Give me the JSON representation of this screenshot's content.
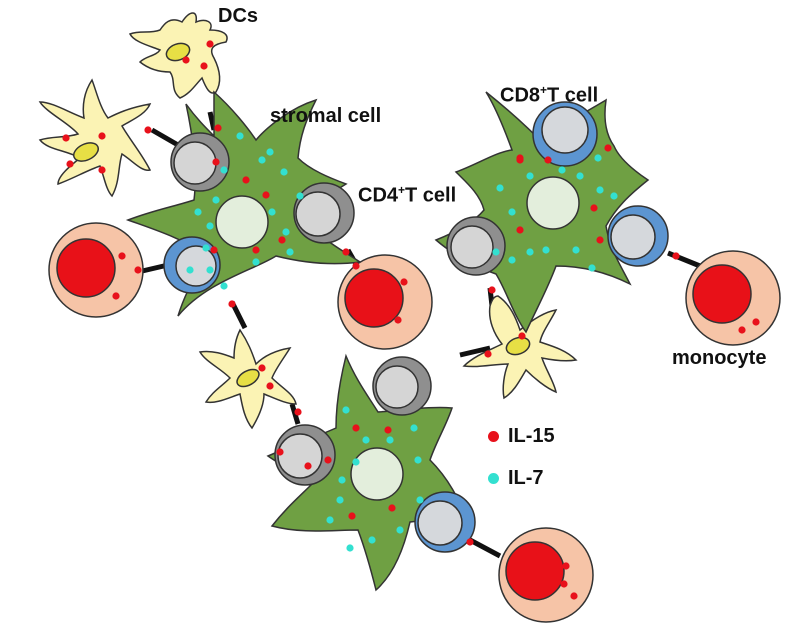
{
  "labels": {
    "dcs": "DCs",
    "stromal_cell": "stromal cell",
    "cd4_prefix": "CD4",
    "cd4_sup": "+",
    "cd4_suffix": "T cell",
    "cd8_prefix": "CD8",
    "cd8_sup": "+",
    "cd8_suffix": "T cell",
    "monocyte": "monocyte"
  },
  "legend": [
    {
      "label": "IL-15",
      "color": "#e8111b"
    },
    {
      "label": "IL-7",
      "color": "#33e0d0"
    }
  ],
  "colors": {
    "stromal_fill": "#6fa043",
    "stromal_nucleus": "#e3eedc",
    "dc_fill": "#fbf3b4",
    "dc_nucleus": "#e7df45",
    "cd4_outer": "#8f8f8f",
    "cd4_inner": "#d5d5d5",
    "cd8_outer": "#5c95d1",
    "cd8_inner": "#d5d8dc",
    "monocyte_fill": "#f6c4a7",
    "monocyte_nucleus": "#e81118",
    "il15": "#e8111b",
    "il7": "#33e0d0",
    "outline": "#333333"
  }
}
